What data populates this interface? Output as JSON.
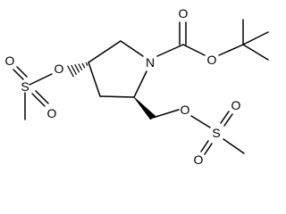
{
  "molecule": {
    "atom_labels": {
      "O_carbonyl": "O",
      "O_ester": "O",
      "N_ring": "N",
      "O_ring_sub": "O",
      "S_left": "S",
      "O_S_left_top": "O",
      "O_S_left_bottom": "O",
      "O_ch2": "O",
      "S_right": "S",
      "O_S_right_top": "O",
      "O_S_right_bottom": "O"
    },
    "colors": {
      "bond": "#000000",
      "label": "#000000",
      "background": "#ffffff"
    }
  }
}
